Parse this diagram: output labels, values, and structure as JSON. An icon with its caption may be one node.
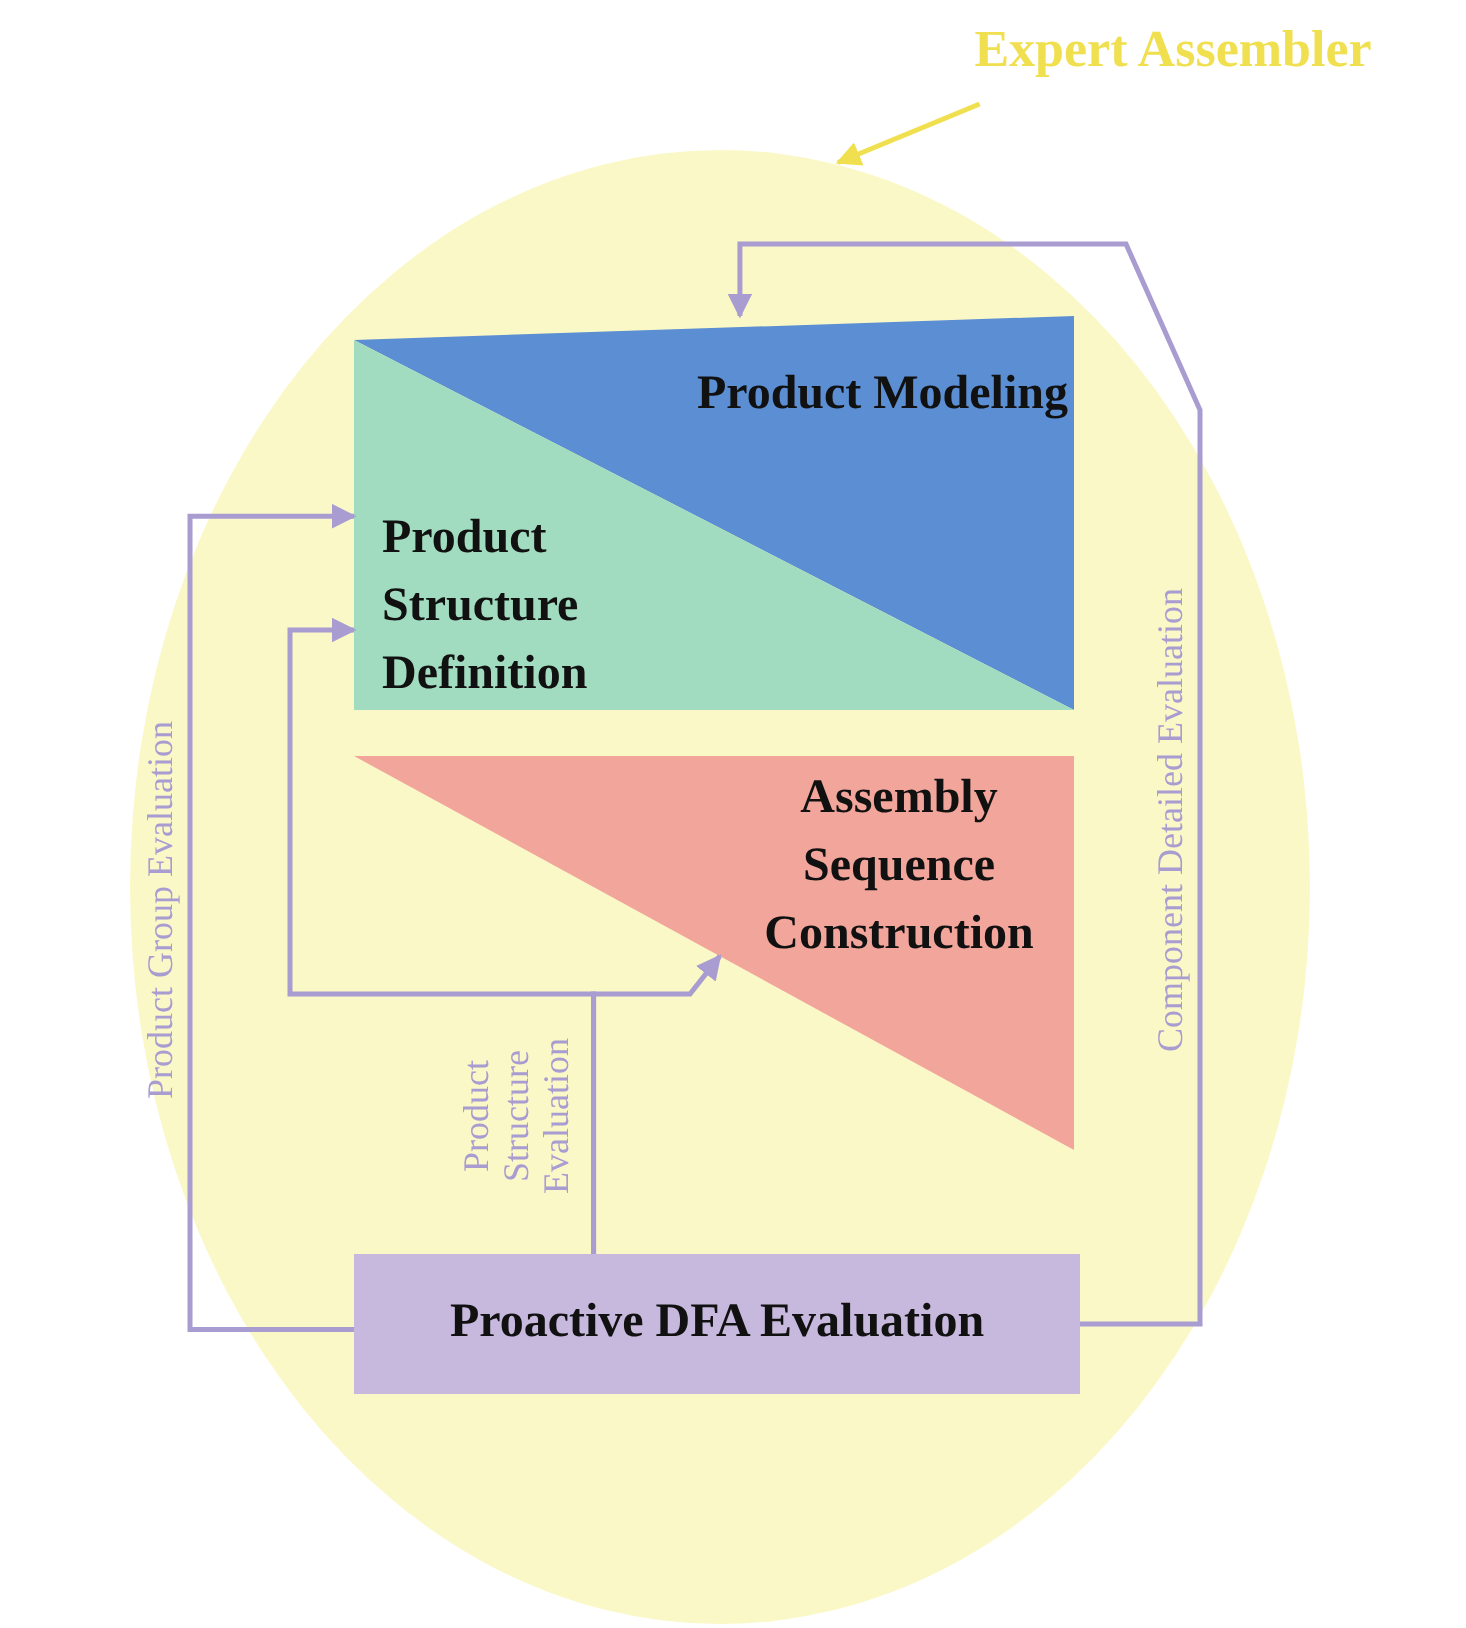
{
  "diagram": {
    "nodes": [
      {
        "text": [
          "Expert Assembler"
        ]
      },
      {
        "text": [],
        "shape": "circle"
      },
      {
        "text": [
          "Product Modeling"
        ],
        "in": 1
      },
      {
        "text": [
          "Product Structure Definition"
        ],
        "in": 1
      },
      {
        "text": [
          "Assembly Sequence Construction"
        ],
        "in": 1
      },
      {
        "text": [
          "Proactive DFA Evaluation"
        ],
        "in": 1
      }
    ],
    "edges": [
      {
        "from": 0,
        "to": 1,
        "arrow": "to",
        "color": "#f0e050"
      },
      {
        "from": 5,
        "to": 2,
        "arrow": "to",
        "label": "Component Detailed Evaluation"
      },
      {
        "from": 5,
        "to": 3,
        "arrow": "to",
        "label": "Product Group Evaluation"
      },
      {
        "from": 5,
        "to": 3,
        "arrow": "to",
        "label": "Product Structure Evaluation"
      },
      {
        "from": 5,
        "to": 4,
        "arrow": "to"
      }
    ]
  }
}
